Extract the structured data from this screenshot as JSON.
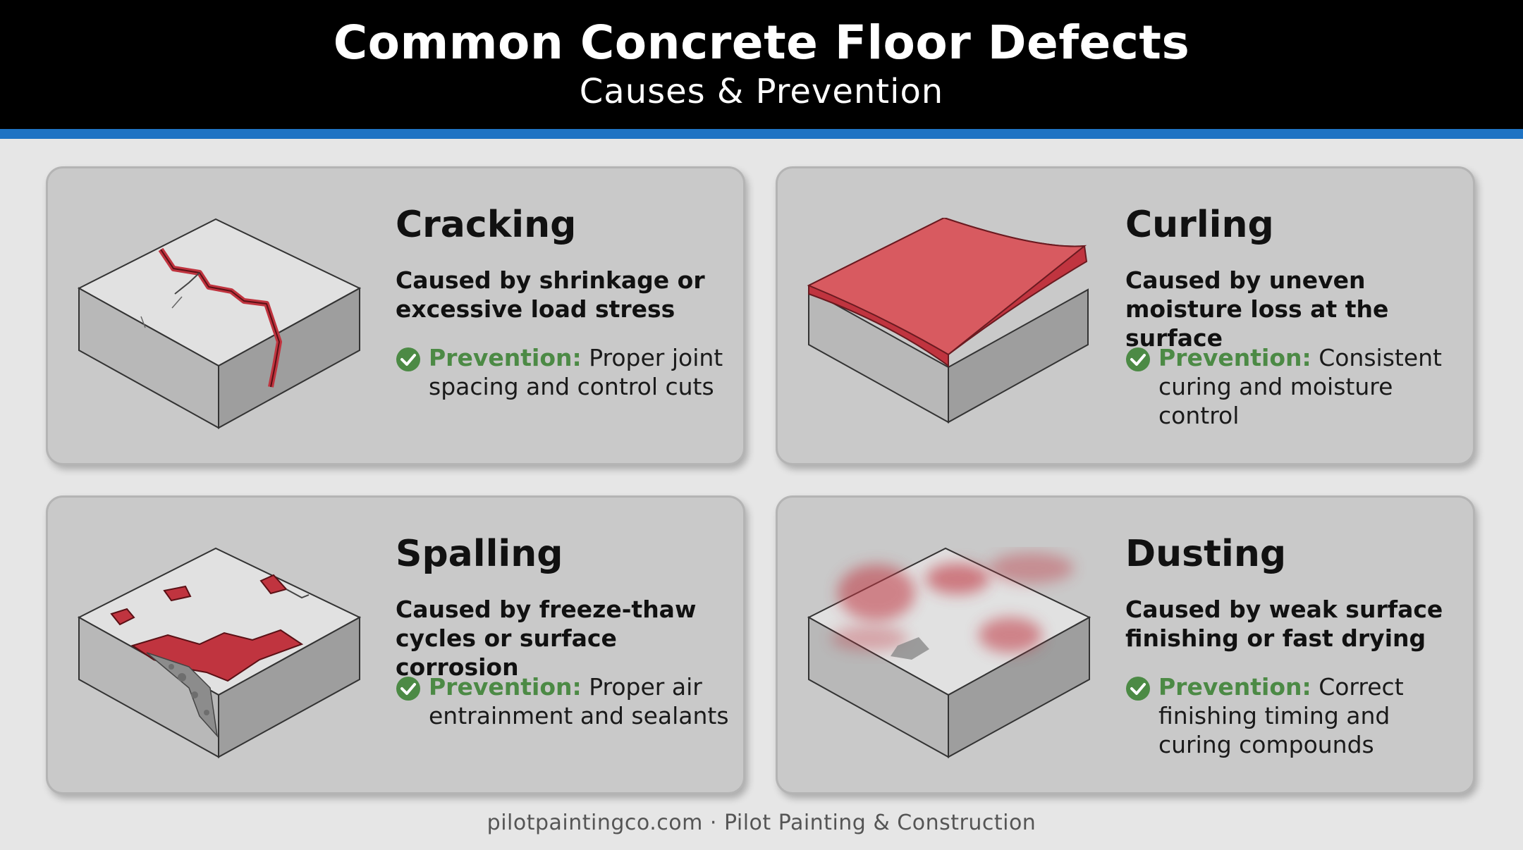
{
  "header": {
    "title": "Common Concrete Floor Defects",
    "subtitle": "Causes & Prevention"
  },
  "colors": {
    "header_bg": "#000000",
    "accent_bar": "#1f73c3",
    "card_bg": "#c9c9c9",
    "defect_red": "#c0343f",
    "prevention_green": "#4c8a45"
  },
  "cards": [
    {
      "title": "Cracking",
      "cause": "Caused by shrinkage or excessive load stress",
      "prevention_label": "Prevention:",
      "prevention_text": "Proper joint spacing and control cuts",
      "icon": "cracked-slab-illustration"
    },
    {
      "title": "Curling",
      "cause": "Caused by uneven moisture loss at the surface",
      "prevention_label": "Prevention:",
      "prevention_text": "Consistent curing and moisture control",
      "icon": "curled-slab-illustration"
    },
    {
      "title": "Spalling",
      "cause": "Caused by freeze-thaw cycles or surface corrosion",
      "prevention_label": "Prevention:",
      "prevention_text": "Proper air entrainment and sealants",
      "icon": "spalled-slab-illustration"
    },
    {
      "title": "Dusting",
      "cause": "Caused by weak surface finishing or fast drying",
      "prevention_label": "Prevention:",
      "prevention_text": "Correct finishing timing and curing compounds",
      "icon": "dusting-slab-illustration"
    }
  ],
  "footer": {
    "text": "pilotpaintingco.com · Pilot Painting & Construction"
  }
}
